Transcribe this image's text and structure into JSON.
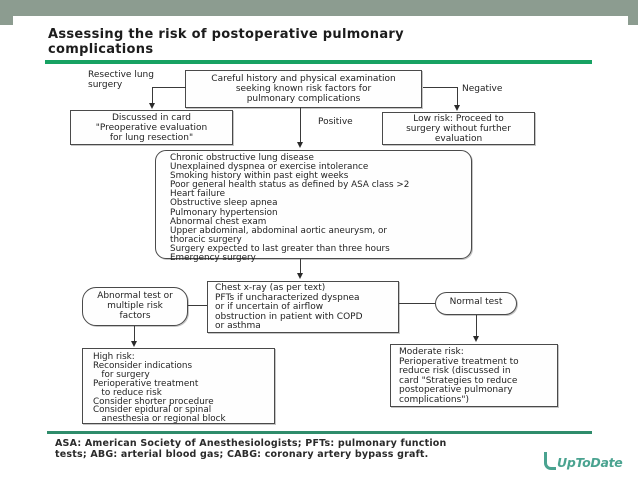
{
  "page": {
    "title": "Assessing the risk of postoperative pulmonary\ncomplications",
    "footer_abbreviations": "ASA: American Society of Anesthesiologists; PFTs: pulmonary function\ntests; ABG: arterial blood gas; CABG: coronary artery bypass graft.",
    "logo_text": "UpToDate"
  },
  "colors": {
    "header_band": "#8c9c90",
    "title_rule_green": "#17a263",
    "footer_rule_green": "#2f8c6b",
    "logo_teal": "#4aa390",
    "box_border": "#4a4a4a",
    "text": "#1f1f1f"
  },
  "flowchart": {
    "labels": {
      "resective": "Resective lung\nsurgery",
      "negative": "Negative",
      "positive": "Positive"
    },
    "nodes": {
      "careful_history": "Careful history and physical examination\nseeking known risk factors for\npulmonary complications",
      "discussed_in_card": "Discussed in card\n\"Preoperative evaluation\nfor lung resection\"",
      "low_risk": "Low risk: Proceed to\nsurgery without further\nevaluation",
      "risk_factors": "Chronic obstructive lung disease\nUnexplained dyspnea or exercise intolerance\nSmoking history within past eight weeks\nPoor general health status as defined by ASA class >2\nHeart failure\nObstructive sleep apnea\nPulmonary hypertension\nAbnormal chest exam\nUpper abdominal, abdominal aortic aneurysm, or\nthoracic surgery\nSurgery expected to last greater than three hours\nEmergency surgery",
      "chest_xray": "Chest x-ray (as per text)\nPFTs if uncharacterized dyspnea\nor if uncertain of airflow\nobstruction in patient with COPD\nor asthma",
      "abnormal_test": "Abnormal test or\nmultiple risk\nfactors",
      "normal_test": "Normal test",
      "high_risk": "High risk:\nReconsider indications\n   for surgery\nPerioperative treatment\n   to reduce risk\nConsider shorter procedure\nConsider epidural or spinal\n   anesthesia or regional block",
      "moderate_risk": "Moderate risk:\nPerioperative treatment to\nreduce risk (discussed in\ncard \"Strategies to reduce\npostoperative pulmonary\ncomplications\")"
    }
  }
}
